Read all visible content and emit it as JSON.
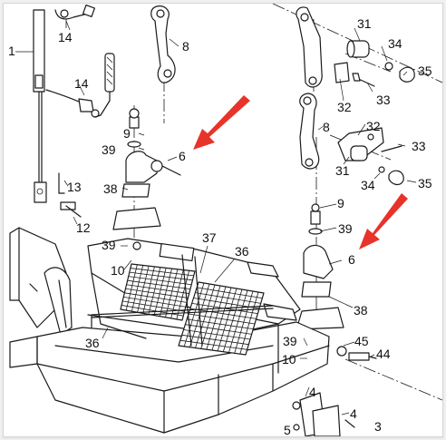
{
  "callouts": {
    "p1": "1",
    "p14a": "14",
    "p14b": "14",
    "p13": "13",
    "p12": "12",
    "p8a": "8",
    "p9a": "9",
    "p39a": "39",
    "p6a": "6",
    "p38a": "38",
    "p39b": "39",
    "p10a": "10",
    "p37": "37",
    "p36a": "36",
    "p36b": "36",
    "p31a": "31",
    "p34a": "34",
    "p35a": "35",
    "p32a": "32",
    "p33a": "33",
    "p8b": "8",
    "p32b": "32",
    "p33b": "33",
    "p31b": "31",
    "p34b": "34",
    "p35b": "35",
    "p9b": "9",
    "p39c": "39",
    "p6b": "6",
    "p38b": "38",
    "p39d": "39",
    "p45": "45",
    "p10b": "10",
    "p44": "44",
    "p4a": "4",
    "p4b": "4",
    "p3": "3",
    "p5": "5"
  },
  "colors": {
    "highlight_arrow": "#e8332a",
    "line": "#1a1a1a",
    "background": "#ffffff"
  }
}
